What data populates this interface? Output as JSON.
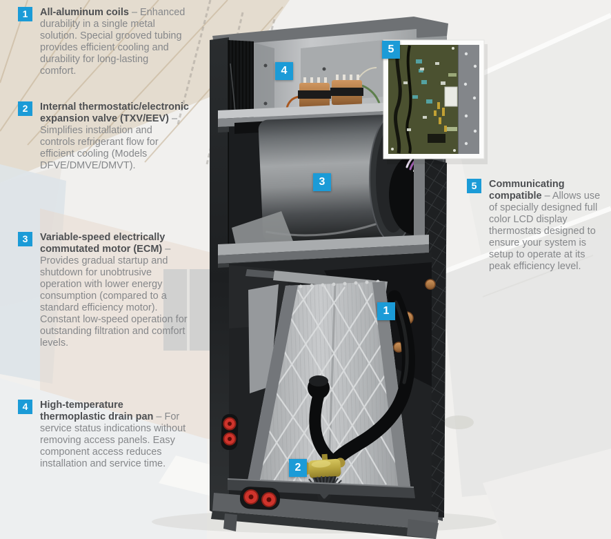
{
  "colors": {
    "accent": "#1b9bd7",
    "heading_text": "#4d4f52",
    "body_text": "#85878a",
    "background": "#f1f0ee"
  },
  "callouts": [
    {
      "num": "1",
      "heading": "All-aluminum coils",
      "body": "– Enhanced durability in a single metal solution. Special grooved tubing provides efficient cooling and durability for long-lasting comfort."
    },
    {
      "num": "2",
      "heading": "Internal thermostatic/electronic expansion valve (TXV/EEV)",
      "body": "– Simplifies installation and controls refrigerant flow for efficient cooling (Models DFVE/DMVE/DMVT)."
    },
    {
      "num": "3",
      "heading": "Variable-speed electrically commutated motor (ECM)",
      "body": "– Provides gradual startup and shutdown for unobtrusive operation with lower energy consumption (compared to a standard efficiency motor). Constant low-speed operation for outstanding filtration and comfort levels."
    },
    {
      "num": "4",
      "heading": "High-temperature thermoplastic drain pan",
      "body": "– For service status indications without removing access panels. Easy component access reduces installation and service time."
    },
    {
      "num": "5",
      "heading": "Communicating compatible",
      "body": "– Allows use of specially designed full color LCD display thermostats designed to ensure your system is setup to operate at its peak efficiency level."
    }
  ],
  "unit_labels": [
    "1",
    "2",
    "3",
    "4",
    "5"
  ]
}
